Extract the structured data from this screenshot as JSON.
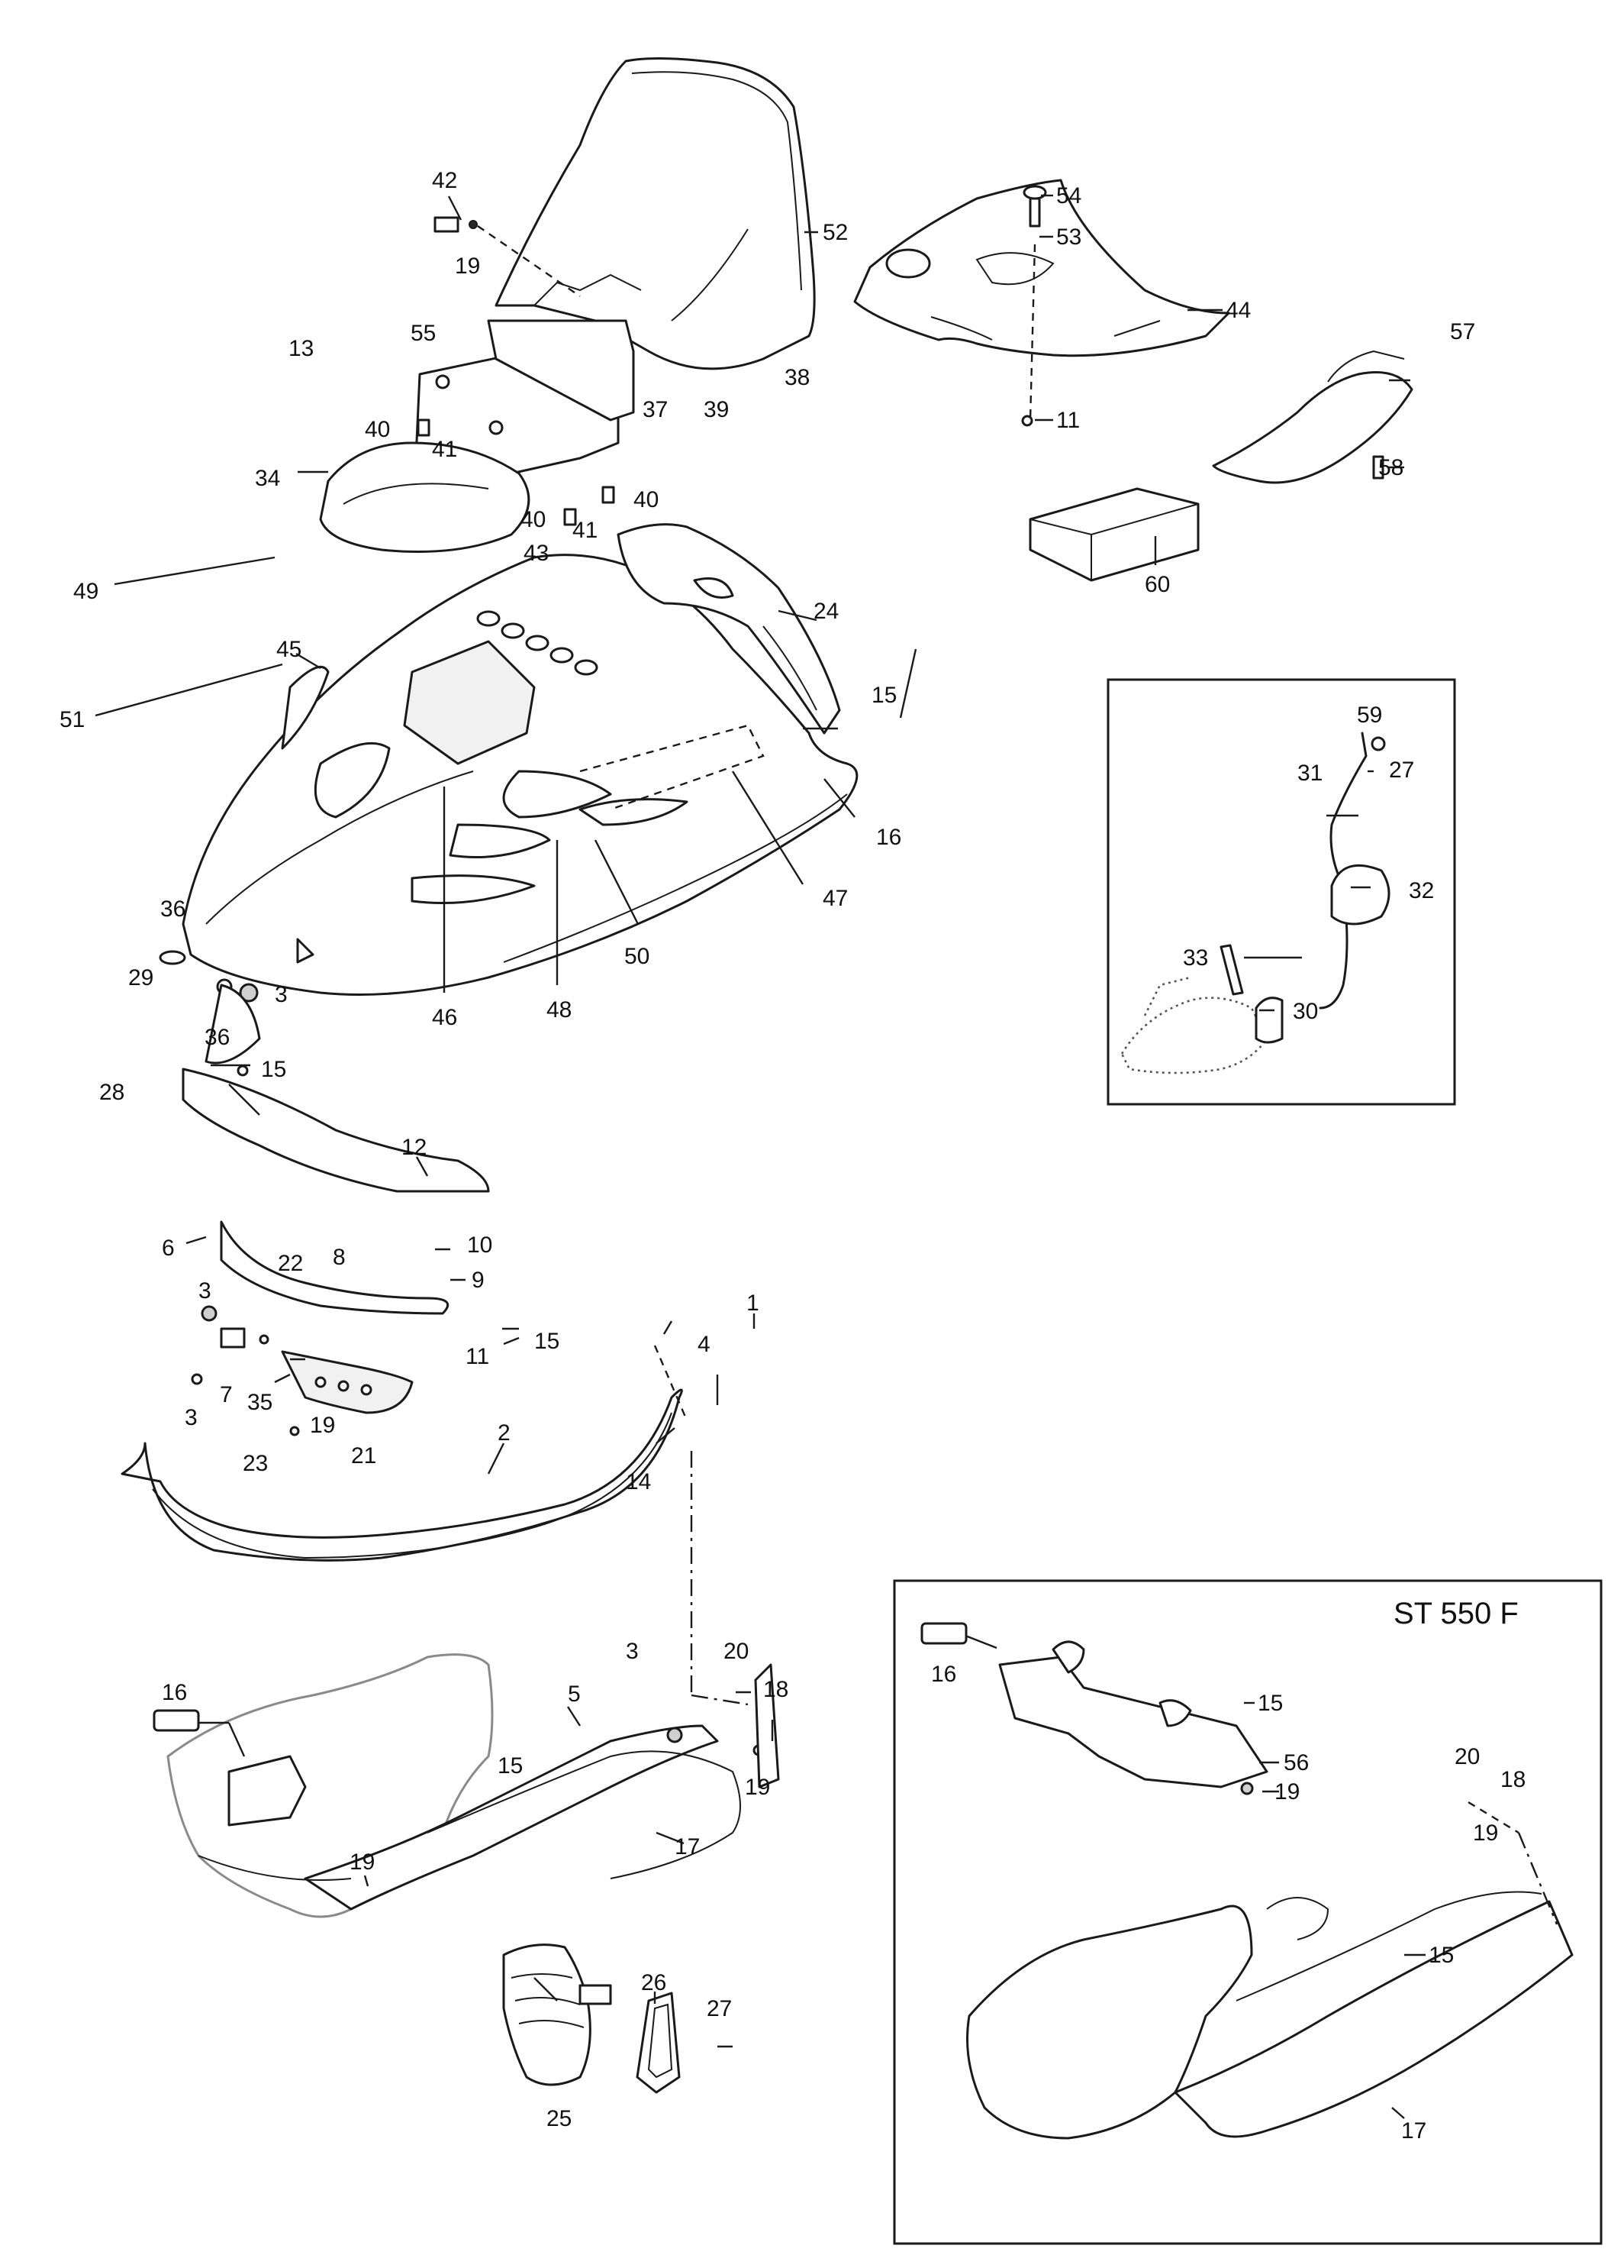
{
  "inset_title": "ST 550 F",
  "callouts": {
    "c1": "1",
    "c2": "2",
    "c3a": "3",
    "c3b": "3",
    "c3c": "3",
    "c3d": "3",
    "c4": "4",
    "c5": "5",
    "c6": "6",
    "c7": "7",
    "c8": "8",
    "c9": "9",
    "c10": "10",
    "c11a": "11",
    "c11b": "11",
    "c12": "12",
    "c13": "13",
    "c14": "14",
    "c15a": "15",
    "c15b": "15",
    "c15c": "15",
    "c15d": "15",
    "c15e": "15",
    "c15f": "15",
    "c16a": "16",
    "c16b": "16",
    "c16c": "16",
    "c17a": "17",
    "c17b": "17",
    "c18a": "18",
    "c18b": "18",
    "c19a": "19",
    "c19b": "19",
    "c19c": "19",
    "c19d": "19",
    "c19e": "19",
    "c19f": "19",
    "c20a": "20",
    "c20b": "20",
    "c21": "21",
    "c22": "22",
    "c23": "23",
    "c24": "24",
    "c25": "25",
    "c26": "26",
    "c27a": "27",
    "c27b": "27",
    "c28": "28",
    "c29": "29",
    "c30": "30",
    "c31": "31",
    "c32": "32",
    "c33": "33",
    "c34": "34",
    "c35": "35",
    "c36a": "36",
    "c36b": "36",
    "c37": "37",
    "c38": "38",
    "c39": "39",
    "c40a": "40",
    "c40b": "40",
    "c40c": "40",
    "c41a": "41",
    "c41b": "41",
    "c42": "42",
    "c43": "43",
    "c44": "44",
    "c45": "45",
    "c46": "46",
    "c47": "47",
    "c48": "48",
    "c49": "49",
    "c50": "50",
    "c51": "51",
    "c52": "52",
    "c53": "53",
    "c54": "54",
    "c55": "55",
    "c56": "56",
    "c57": "57",
    "c58": "58",
    "c59": "59",
    "c60": "60"
  }
}
